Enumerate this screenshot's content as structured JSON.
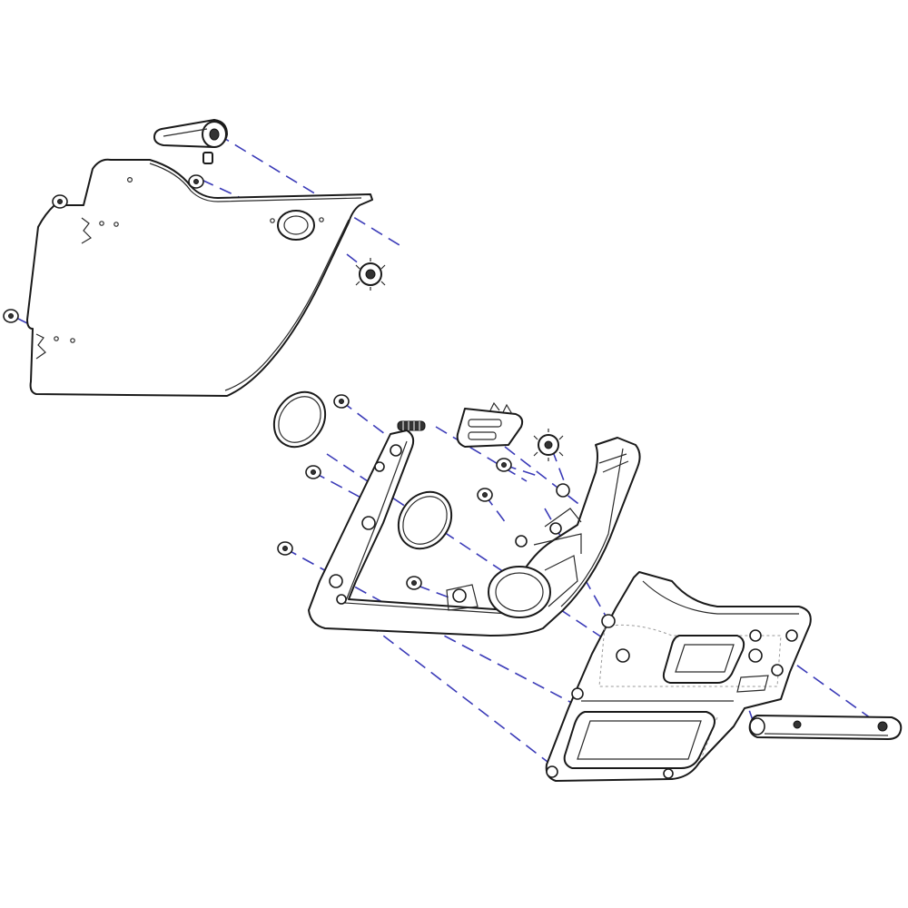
{
  "diagram": {
    "type": "exploded-assembly-drawing",
    "colors": {
      "background": "#ffffff",
      "line": "#1a1a1a",
      "leader": "#3b3bb8"
    },
    "parts": [
      {
        "name": "outer-cover-panel"
      },
      {
        "name": "mounting-bracket-frame"
      },
      {
        "name": "inner-door-panel"
      },
      {
        "name": "latch-handle-top"
      },
      {
        "name": "grip-bar-right"
      },
      {
        "name": "round-gasket-left"
      },
      {
        "name": "round-gasket-center"
      },
      {
        "name": "spring-pin"
      },
      {
        "name": "latch-plate"
      },
      {
        "name": "gear-knob-upper"
      },
      {
        "name": "gear-knob-lower"
      }
    ]
  }
}
